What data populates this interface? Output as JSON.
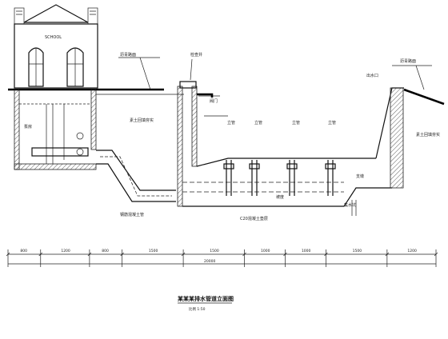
{
  "drawing": {
    "title": "某某某排水管道立面图",
    "scale": "比例 1:50",
    "building_label": "SCHOOL",
    "labels": {
      "left_room": "泵房",
      "mid_fill": "素土回填夯实",
      "right_fill": "素土回填夯实",
      "road_left": "沥青路面",
      "road_right": "沥青路面",
      "top_mid": "检查井",
      "pipe_bottom": "钢筋混凝土管",
      "valve": "阀门",
      "sump": "集水坑",
      "slope": "坡度",
      "c20": "C20混凝土垫层",
      "support": "支墩",
      "outlet": "出水口"
    },
    "risers": [
      "立管",
      "立管",
      "立管",
      "立管"
    ],
    "dims_row1": [
      "800",
      "1200",
      "800",
      "1500",
      "1500",
      "1000",
      "1000",
      "1500",
      "1200"
    ],
    "dims_row2_total": "20000"
  }
}
